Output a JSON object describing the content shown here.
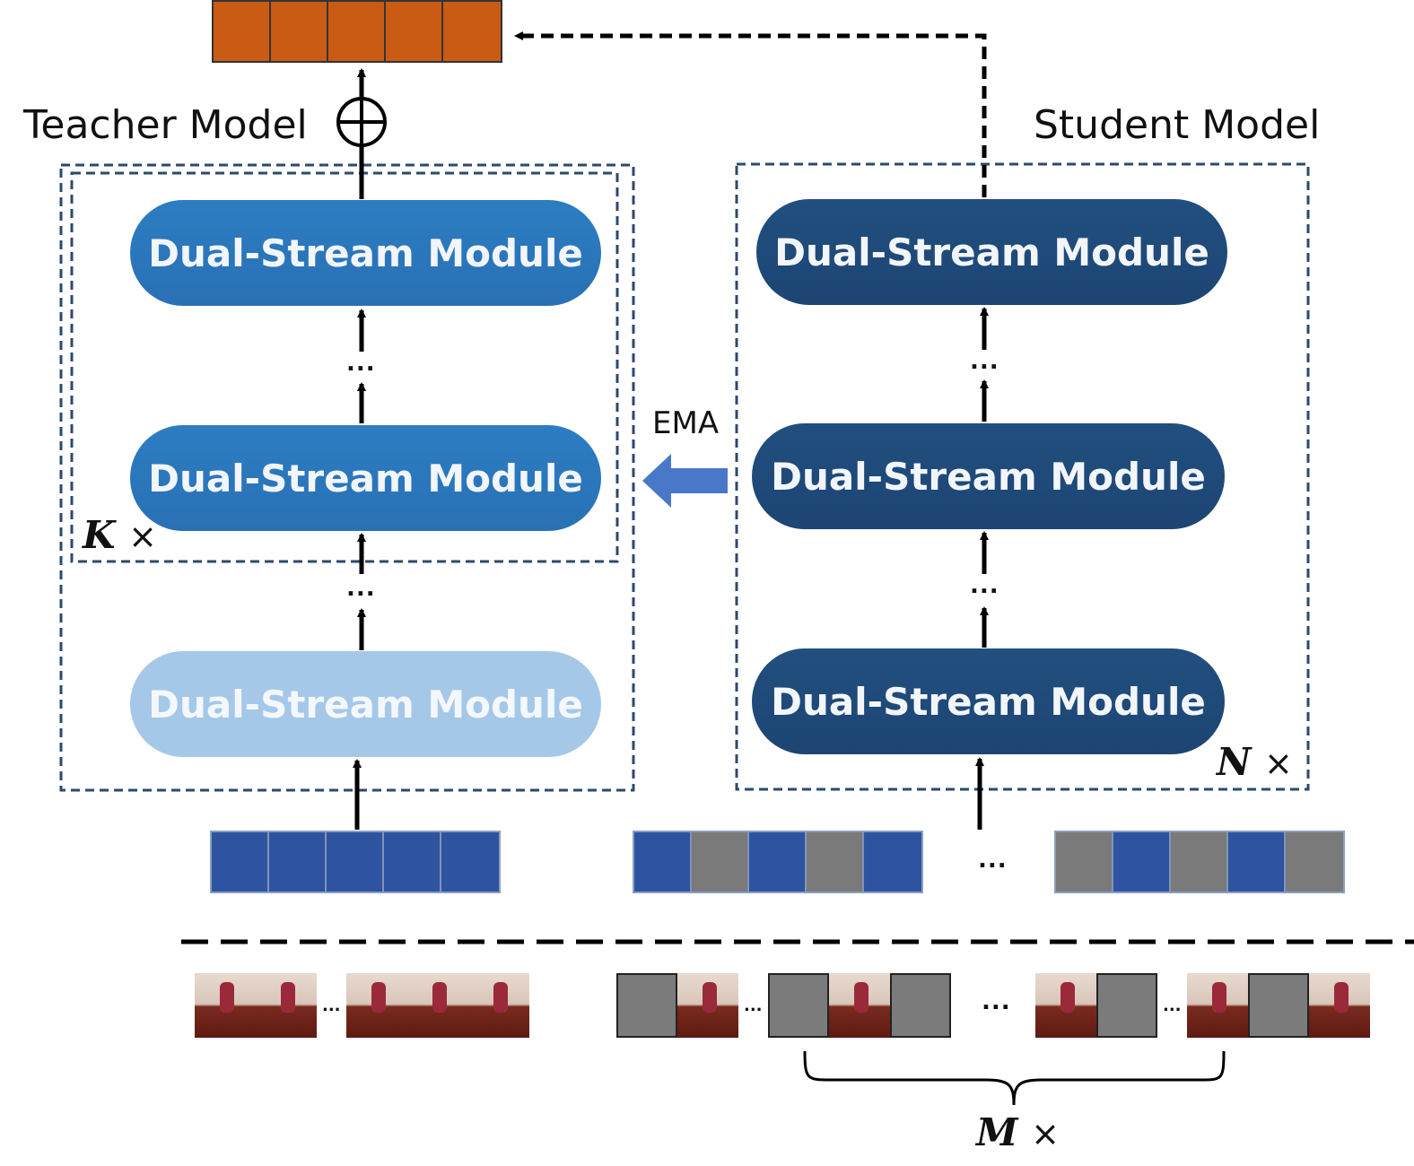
{
  "teacher": {
    "title": "Teacher Model",
    "repeat_var": "K",
    "modules": [
      "Dual-Stream Module",
      "Dual-Stream Module",
      "Dual-Stream Module"
    ]
  },
  "student": {
    "title": "Student Model",
    "repeat_var": "N",
    "modules": [
      "Dual-Stream Module",
      "Dual-Stream Module",
      "Dual-Stream Module"
    ]
  },
  "ema_label": "EMA",
  "multiplier_symbol": "×",
  "ellipsis": "...",
  "mask_group_var": "M",
  "tokens": {
    "output": [
      "orange",
      "orange",
      "orange",
      "orange",
      "orange"
    ],
    "teacher_input": [
      "blue",
      "blue",
      "blue",
      "blue",
      "blue"
    ],
    "student_input_a": [
      "blue",
      "gray",
      "blue",
      "gray",
      "blue"
    ],
    "student_input_b": [
      "gray",
      "blue",
      "gray",
      "blue",
      "gray"
    ]
  },
  "colors": {
    "teacher": "#2a75bb",
    "teacher_light": "#a6c8e8",
    "student": "#1f4a78",
    "ema_arrow": "#4a78c8",
    "output_token": "#c95b14",
    "visible_token": "#2e53a0",
    "masked_token": "#7a7a7a"
  }
}
